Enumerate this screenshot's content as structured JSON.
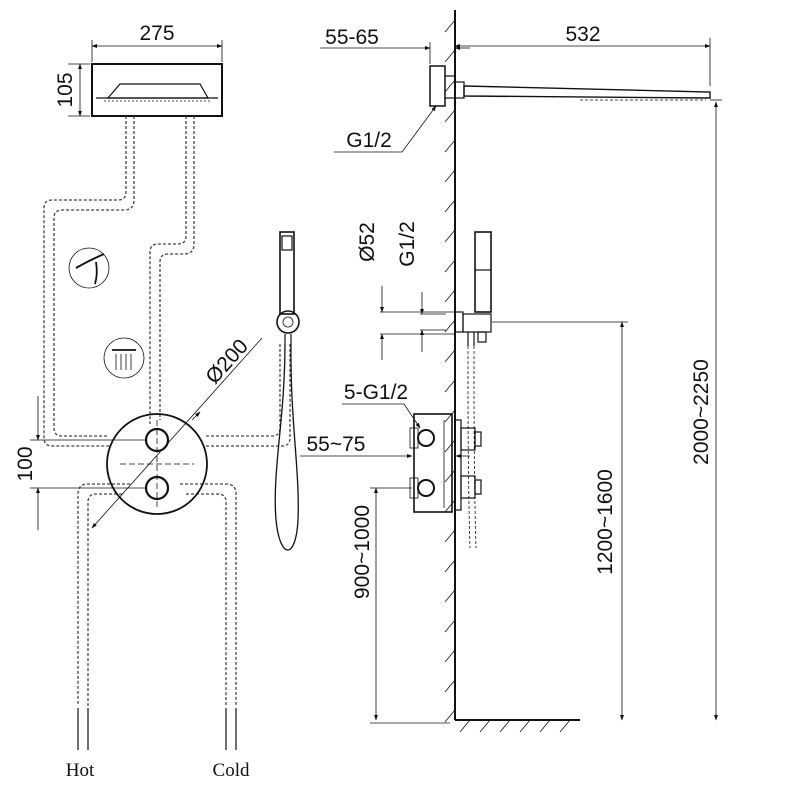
{
  "front_view": {
    "dim_width": "275",
    "dim_height": "105",
    "dim_diameter": "Ø200",
    "dim_spacing": "100",
    "label_hot": "Hot",
    "label_cold": "Cold"
  },
  "side_view": {
    "dim_wall_depth": "55-65",
    "dim_arm_length": "532",
    "dim_arm_thread": "G1/2",
    "dim_flange_diameter": "Ø52",
    "dim_outlet_thread": "G1/2",
    "dim_valve_threads": "5-G1/2",
    "dim_valve_depth": "55~75",
    "dim_valve_height": "900~1000",
    "dim_outlet_height": "1200~1600",
    "dim_head_height": "2000~2250"
  },
  "icons": [
    "rain-shower-icon",
    "handshower-spray-icon",
    "hose-icon"
  ]
}
